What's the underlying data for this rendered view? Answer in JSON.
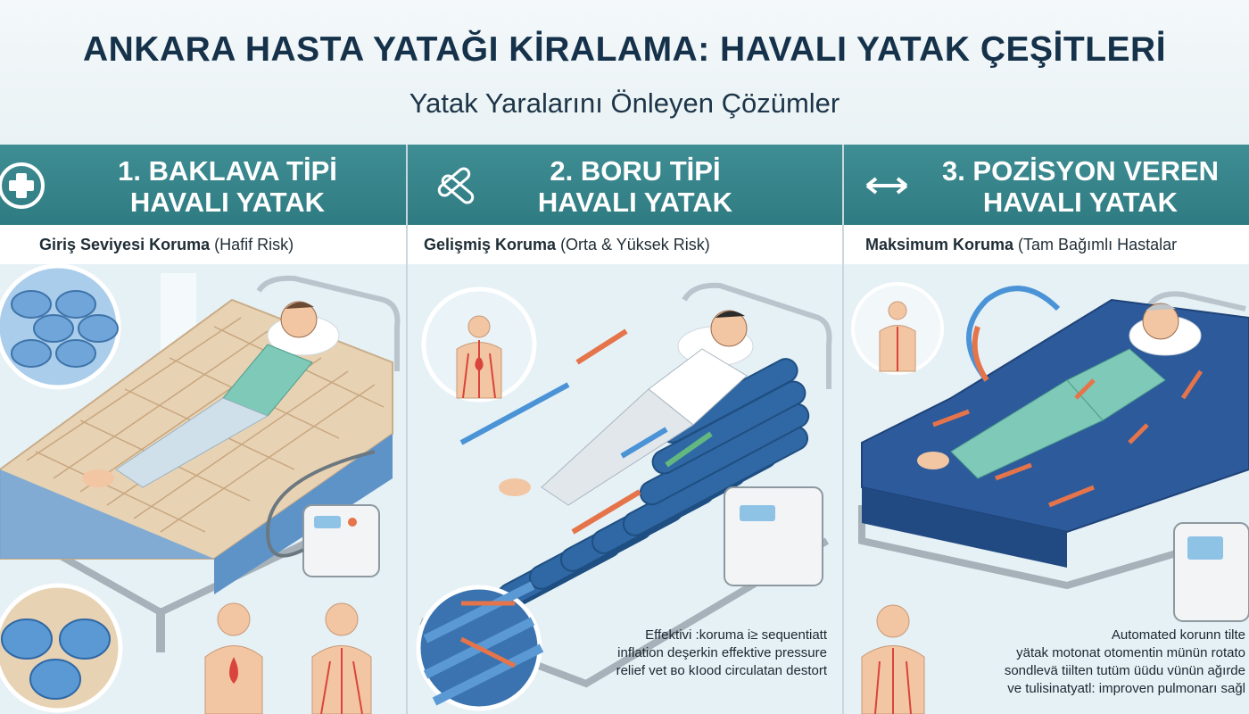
{
  "header": {
    "title": "ANKARA HASTA YATAĞI KİRALAMA: HAVALI YATAK ÇEŞİTLERİ",
    "subtitle": "Yatak Yaralarını Önleyen Çözümler"
  },
  "panels": [
    {
      "title_line1": "1. BAKLAVA TİPİ",
      "title_line2": "HAVALI YATAK",
      "level_bold": "Giriş Seviyesi Koruma",
      "level_rest": " (Hafif Risk)",
      "icon": "medical-cross-icon",
      "mattress_color": "#e8d2b4",
      "cell_color": "#6fa5d8"
    },
    {
      "title_line1": "2. BORU TİPİ",
      "title_line2": "HAVALI YATAK",
      "level_bold": "Gelişmiş Koruma",
      "level_rest": " (Orta & Yüksek Risk)",
      "icon": "tube-cells-icon",
      "tube_color": "#2f68a4",
      "desc_lines": [
        "Effektivi :koruma i≥ sequentiatt",
        "inflation deşerkin effektive pressure",
        "relief vet ʙo kIood circulatan destort"
      ]
    },
    {
      "title_line1": "3. POZİSYON VEREN",
      "title_line2": "HAVALI YATAK",
      "level_bold": "Maksimum Koruma",
      "level_rest": " (Tam Bağımlı Hastalar",
      "icon": "left-right-arrows-icon",
      "mattress_color": "#2c5a9b",
      "desc_lines": [
        "Automated korunn tilte",
        "yätak motonat otomentin münün rotato",
        "sondlevä tiilten tutüm üüdu vünün ağırde",
        "ve tulisinatyatl: improven pulmonarı sağl"
      ]
    }
  ],
  "colors": {
    "band": "#3a888e",
    "title_text": "#15324a",
    "arrow_orange": "#e5744a",
    "arrow_blue": "#4a93d6",
    "arrow_green": "#63b880"
  }
}
